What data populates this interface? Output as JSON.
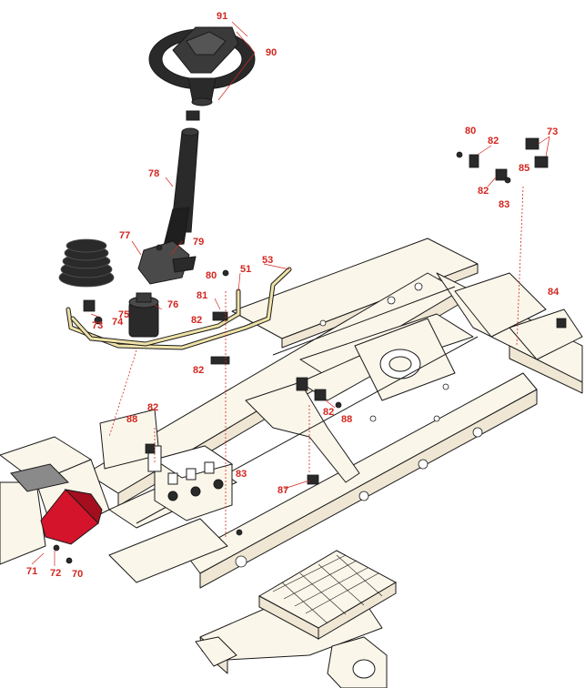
{
  "colors": {
    "callout": "#d2261f",
    "frame_fill": "#fbf6ea",
    "outline": "#1a1a1a",
    "part_dark": "#2a2a2a",
    "hydraulic_line": "#efe2a8",
    "highlight_part": "#d4142a",
    "leader": "#d2261f"
  },
  "callouts": [
    {
      "id": "c91a",
      "label": "91"
    },
    {
      "id": "c90",
      "label": "90"
    },
    {
      "id": "c78",
      "label": "78"
    },
    {
      "id": "c77",
      "label": "77"
    },
    {
      "id": "c79",
      "label": "79"
    },
    {
      "id": "c80a",
      "label": "80"
    },
    {
      "id": "c51",
      "label": "51"
    },
    {
      "id": "c53",
      "label": "53"
    },
    {
      "id": "c81",
      "label": "81"
    },
    {
      "id": "c75",
      "label": "75"
    },
    {
      "id": "c76",
      "label": "76"
    },
    {
      "id": "c74",
      "label": "74"
    },
    {
      "id": "c73a",
      "label": "73"
    },
    {
      "id": "c82a",
      "label": "82"
    },
    {
      "id": "c82b",
      "label": "82"
    },
    {
      "id": "c82c",
      "label": "82"
    },
    {
      "id": "c82d",
      "label": "82"
    },
    {
      "id": "c88a",
      "label": "88"
    },
    {
      "id": "c88b",
      "label": "88"
    },
    {
      "id": "c83a",
      "label": "83"
    },
    {
      "id": "c87",
      "label": "87"
    },
    {
      "id": "c71",
      "label": "71"
    },
    {
      "id": "c72",
      "label": "72"
    },
    {
      "id": "c70",
      "label": "70"
    },
    {
      "id": "c80b",
      "label": "80"
    },
    {
      "id": "c82e",
      "label": "82"
    },
    {
      "id": "c73b",
      "label": "73"
    },
    {
      "id": "c85",
      "label": "85"
    },
    {
      "id": "c82f",
      "label": "82"
    },
    {
      "id": "c83b",
      "label": "83"
    },
    {
      "id": "c84",
      "label": "84"
    }
  ]
}
